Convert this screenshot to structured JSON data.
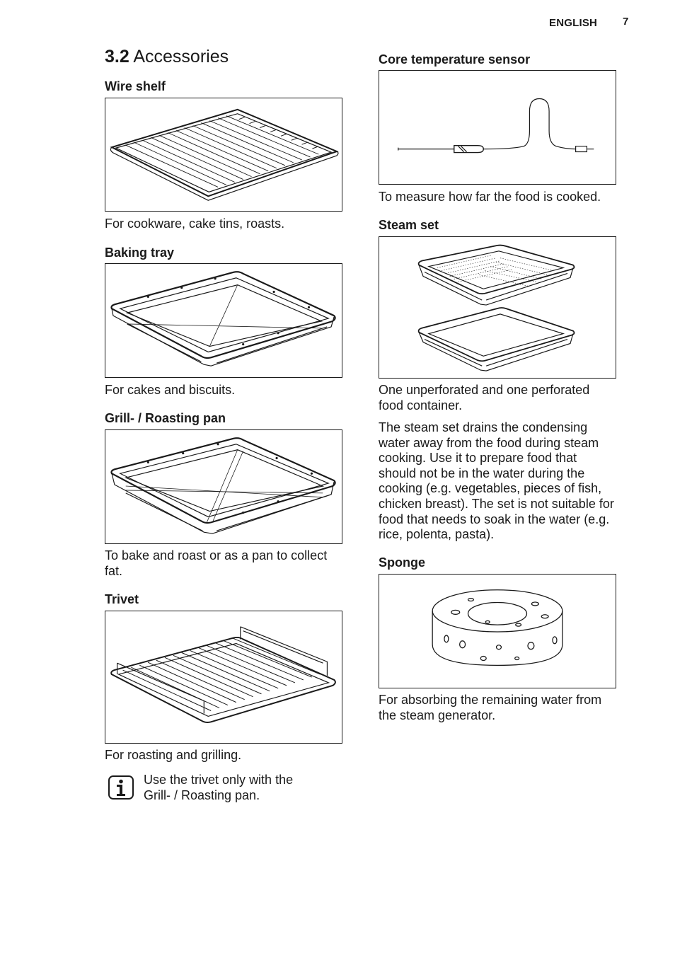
{
  "header": {
    "language": "ENGLISH",
    "page_number": "7"
  },
  "section": {
    "number": "3.2",
    "title": "Accessories"
  },
  "left_column": {
    "wire_shelf": {
      "heading": "Wire shelf",
      "description": "For cookware, cake tins, roasts."
    },
    "baking_tray": {
      "heading": "Baking tray",
      "description": "For cakes and biscuits."
    },
    "grill_pan": {
      "heading": "Grill- / Roasting pan",
      "description_line1": "To bake and roast or as a pan to collect",
      "description_line2": "fat."
    },
    "trivet": {
      "heading": "Trivet",
      "description": "For roasting and grilling."
    },
    "note": {
      "icon": "info-icon",
      "line1": "Use the trivet only with the",
      "line2": "Grill- / Roasting pan."
    }
  },
  "right_column": {
    "core_sensor": {
      "heading": "Core temperature sensor",
      "description": "To measure how far the food is cooked."
    },
    "steam_set": {
      "heading": "Steam set",
      "description_line1": "One unperforated and one perforated",
      "description_line2": "food container.",
      "para_lines": [
        "The steam set drains the condensing",
        "water away from the food during steam",
        "cooking. Use it to prepare food that",
        "should not be in the water during the",
        "cooking (e.g. vegetables, pieces of fish,",
        "chicken breast). The set is not suitable for",
        "food that needs to soak in the water (e.g.",
        "rice, polenta, pasta)."
      ]
    },
    "sponge": {
      "heading": "Sponge",
      "description_line1": "For absorbing the remaining water from",
      "description_line2": "the steam generator."
    }
  }
}
